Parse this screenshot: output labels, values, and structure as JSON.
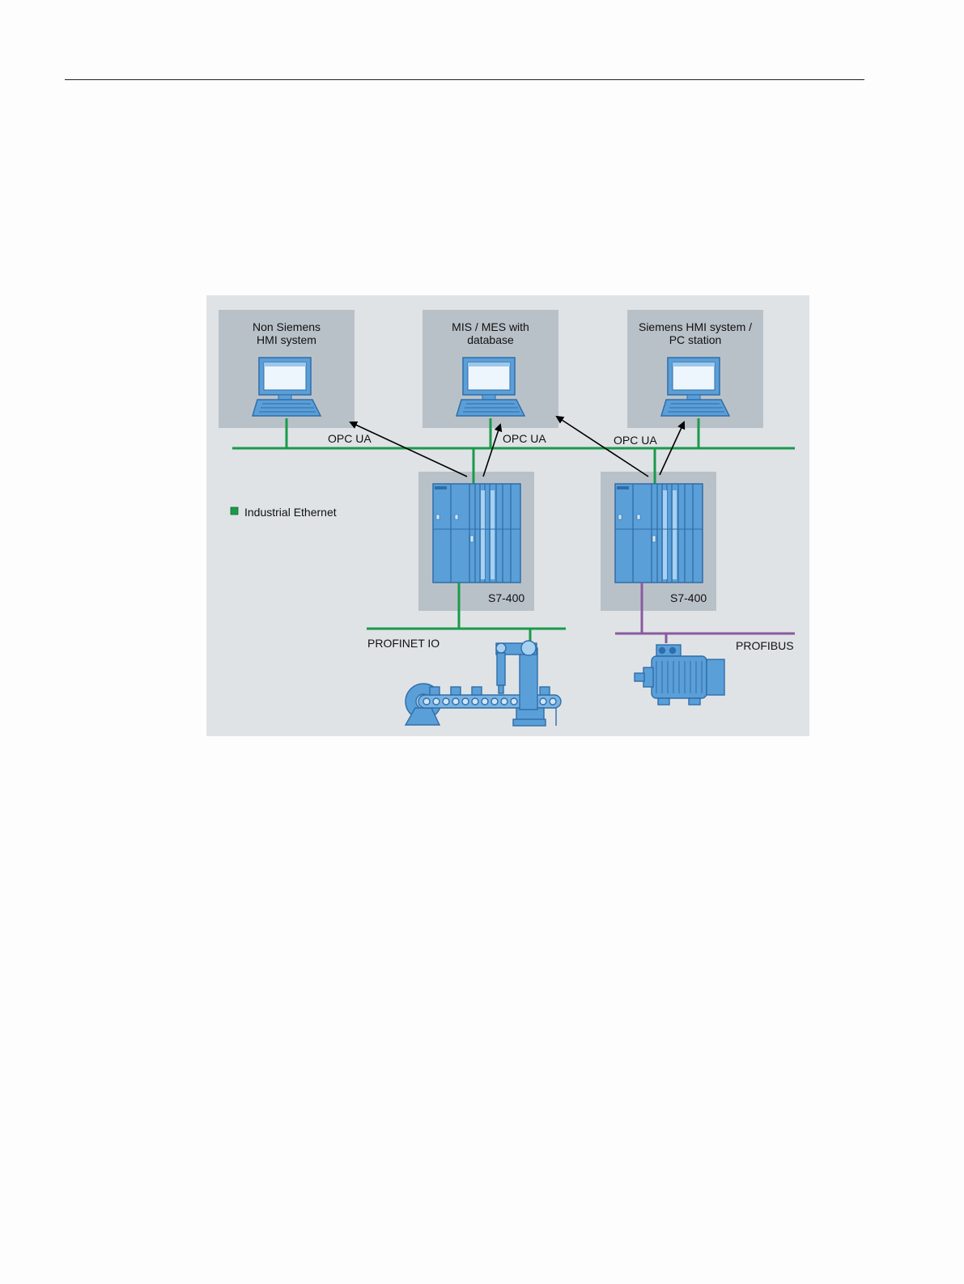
{
  "stations": [
    {
      "line1": "Non Siemens",
      "line2": "HMI system"
    },
    {
      "line1": "MIS / MES with",
      "line2": "database"
    },
    {
      "line1": "Siemens HMI system /",
      "line2": "PC station"
    }
  ],
  "opc_labels": [
    "OPC UA",
    "OPC UA",
    "OPC UA"
  ],
  "plcs": [
    {
      "label": "S7-400"
    },
    {
      "label": "S7-400"
    }
  ],
  "legend": {
    "label": "Industrial Ethernet",
    "color": "#1a9a4a"
  },
  "networks": {
    "profinet": "PROFINET IO",
    "profibus": "PROFIBUS"
  },
  "colors": {
    "ethernet": "#1a9a4a",
    "profibus": "#8a5aa0",
    "device_blue": "#5b9fd8",
    "panel_gray": "#b9c1c8",
    "background": "#dfe3e6"
  }
}
